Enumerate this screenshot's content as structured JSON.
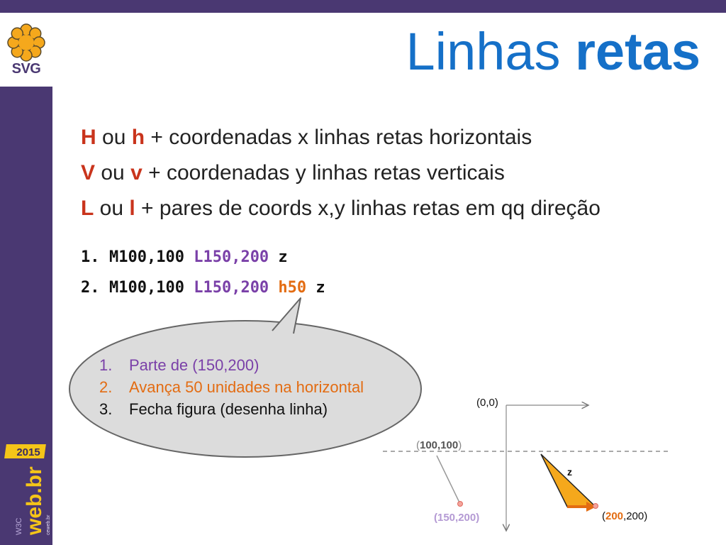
{
  "logo": {
    "text": "SVG"
  },
  "title": {
    "normal": "Linhas ",
    "bold": "retas"
  },
  "rules": [
    {
      "cmd1": "H",
      "mid": " ou ",
      "cmd2": "h",
      "text": " + coordenadas x linhas retas horizontais"
    },
    {
      "cmd1": "V",
      "mid": " ou ",
      "cmd2": "v",
      "text": " + coordenadas y linhas retas verticais"
    },
    {
      "cmd1": "L",
      "mid": " ou ",
      "cmd2": "l",
      "text": " + pares de coords x,y linhas retas em qq direção"
    }
  ],
  "code": [
    {
      "num": "1.",
      "move": "M100,100 ",
      "line": "L150,200",
      "horiz": "",
      "close": " z"
    },
    {
      "num": "2.",
      "move": "M100,100 ",
      "line": "L150,200",
      "horiz": " h50",
      "close": " z"
    }
  ],
  "bubble": [
    {
      "num": "1.",
      "text": "Parte de (150,200)",
      "color": "#7a40a8"
    },
    {
      "num": "2.",
      "text": "Avança 50 unidades na horizontal",
      "color": "#e36c12"
    },
    {
      "num": "3.",
      "text": "Fecha figura (desenha linha)",
      "color": "#111111"
    }
  ],
  "diagram": {
    "origin": "(0,0)",
    "p100_open": "(",
    "p100_value": "100,100",
    "p100_close": ")",
    "p150": "(150,200)",
    "p200_open": "(",
    "p200_x": "200",
    "p200_rest": ",200)",
    "z_label": "z"
  },
  "badge": {
    "year": "2015",
    "brand": "web.br",
    "w3c": "W3C",
    "sub": "ceweb.br"
  },
  "colors": {
    "purple_bar": "#4a3872",
    "title_blue": "#1570c8",
    "cmd_red": "#c9341c",
    "code_purple": "#7a40a8",
    "code_orange": "#e36c12",
    "triangle": "#f5a81c"
  }
}
